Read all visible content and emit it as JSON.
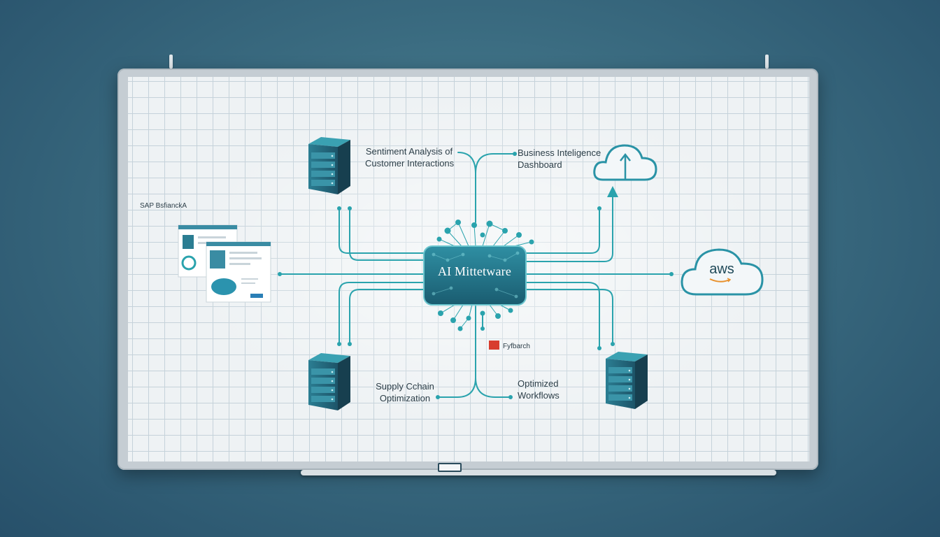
{
  "hub": {
    "label": "AI Mittetware"
  },
  "nodes": {
    "sentiment": {
      "line1": "Sentiment Analysis of",
      "line2": "Customer Interactions"
    },
    "bi": {
      "line1": "Business Inteligence",
      "line2": "Dashboard"
    },
    "supply": {
      "line1": "Supply Cchain",
      "line2": "Optimization"
    },
    "workflows": {
      "line1": "Optimized",
      "line2": "Workflows"
    },
    "sap": {
      "label": "SAP BsfianckА"
    },
    "pytorch": {
      "label": "Fyfbarch"
    },
    "aws": {
      "label": "aws"
    }
  },
  "colors": {
    "accent": "#2aa3ad",
    "server_top": "#2b8da1",
    "server_body": "#1f5567",
    "board": "#eef2f4",
    "background": "#3a6b80"
  },
  "icons": [
    "server-icon",
    "cloud-upload-icon",
    "aws-cloud-icon",
    "saas-window-icon",
    "pytorch-logo-icon"
  ]
}
